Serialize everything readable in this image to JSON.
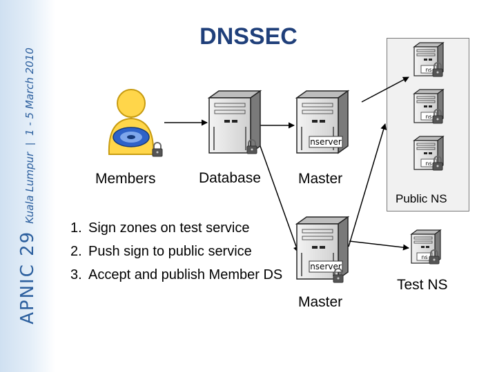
{
  "slide": {
    "title": "DNSSEC"
  },
  "sidebar": {
    "event": "APNIC 29",
    "location": "Kuala Lumpur",
    "dates": "1 - 5 March 2010"
  },
  "nodes": {
    "members": "Members",
    "database": "Database",
    "master_top": "Master",
    "master_bottom": "Master",
    "public_ns": "Public NS",
    "test_ns": "Test NS"
  },
  "server_badge": {
    "nserver": "nserver",
    "ns": "ns"
  },
  "steps": [
    {
      "num": "1.",
      "text": "Sign zones on test service"
    },
    {
      "num": "2.",
      "text": "Push sign to public service"
    },
    {
      "num": "3.",
      "text": "Accept and publish Member DS"
    }
  ],
  "colors": {
    "title": "#1f3f7a",
    "sidebar_text": "#2c5f9e",
    "member_yellow": "#ffd64a",
    "server_face": "#e2e2e2"
  }
}
